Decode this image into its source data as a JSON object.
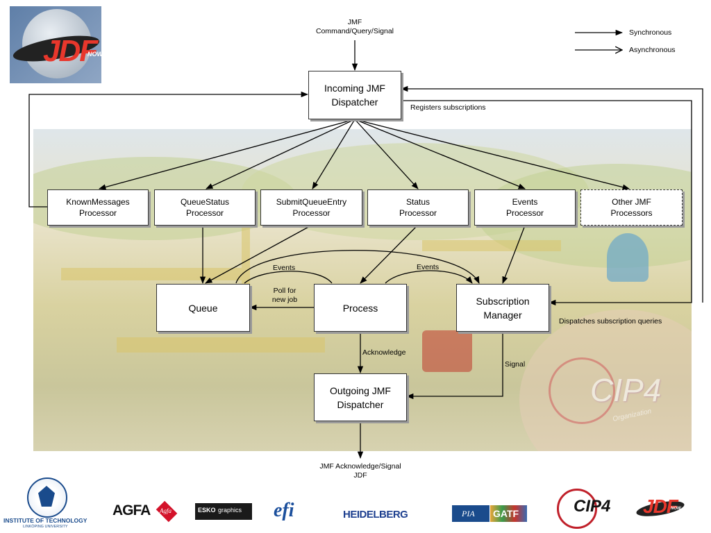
{
  "header": {
    "input_label": "JMF\nCommand/Query/Signal"
  },
  "legend": {
    "synchronous": "Synchronous",
    "asynchronous": "Asynchronous"
  },
  "nodes": {
    "incoming": "Incoming JMF\nDispatcher",
    "known": "KnownMessages\nProcessor",
    "queuestatus": "QueueStatus\nProcessor",
    "submit": "SubmitQueueEntry\nProcessor",
    "status": "Status\nProcessor",
    "events": "Events\nProcessor",
    "other": "Other JMF\nProcessors",
    "queue": "Queue",
    "process": "Process",
    "subscription": "Subscription\nManager",
    "outgoing": "Outgoing JMF\nDispatcher"
  },
  "edge_labels": {
    "registers": "Registers subscriptions",
    "dispatches": "Dispatches subscription queries",
    "events_left": "Events",
    "events_right": "Events",
    "poll": "Poll for\nnew job",
    "acknowledge": "Acknowledge",
    "signal": "Signal",
    "output": "JMF Acknowledge/Signal\nJDF"
  },
  "logos": {
    "jdf_top": "JDF",
    "jdf_top_now": "NOW",
    "cip4_watermark": "CIP4",
    "cip4_watermark_sub": "Organization",
    "liu_line1": "INSTITUTE OF TECHNOLOGY",
    "liu_line2": "LINKÖPING UNIVERSITY",
    "agfa": "AGFA",
    "agfa_badge": "Agfa",
    "esko": "ESKO",
    "esko_graphics": "graphics",
    "efi": "efi",
    "heidelberg": "HEIDELBERG",
    "pia": "PIA",
    "gatf": "GATF",
    "cip4": "CIP4",
    "jdf_bottom": "JDF",
    "jdf_bottom_now": "NOW"
  },
  "colors": {
    "arrow": "#000000",
    "box_border": "#333333",
    "agfa_red": "#d3122a",
    "efi_blue": "#1b4f9c",
    "heidelberg_blue": "#1d3f8f",
    "liu_blue": "#1a4b8c"
  }
}
